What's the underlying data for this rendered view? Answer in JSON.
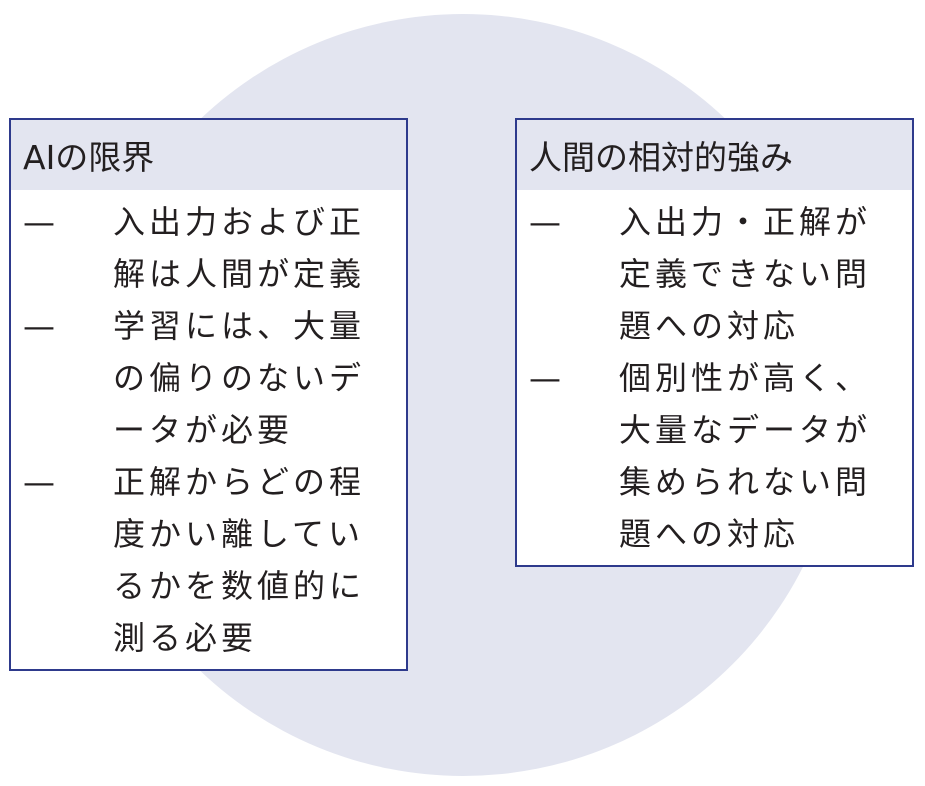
{
  "left": {
    "title": "AIの限界",
    "items": [
      "入出力および正解は人間が定義",
      "学習には、大量の偏りのないデータが必要",
      "正解からどの程度かい離しているかを数値的に測る必要"
    ]
  },
  "right": {
    "title": "人間の相対的強み",
    "items": [
      "入出力・正解が定義できない問題への対応",
      "個別性が高く、大量なデータが集められない問題への対応"
    ]
  },
  "dash": "—"
}
